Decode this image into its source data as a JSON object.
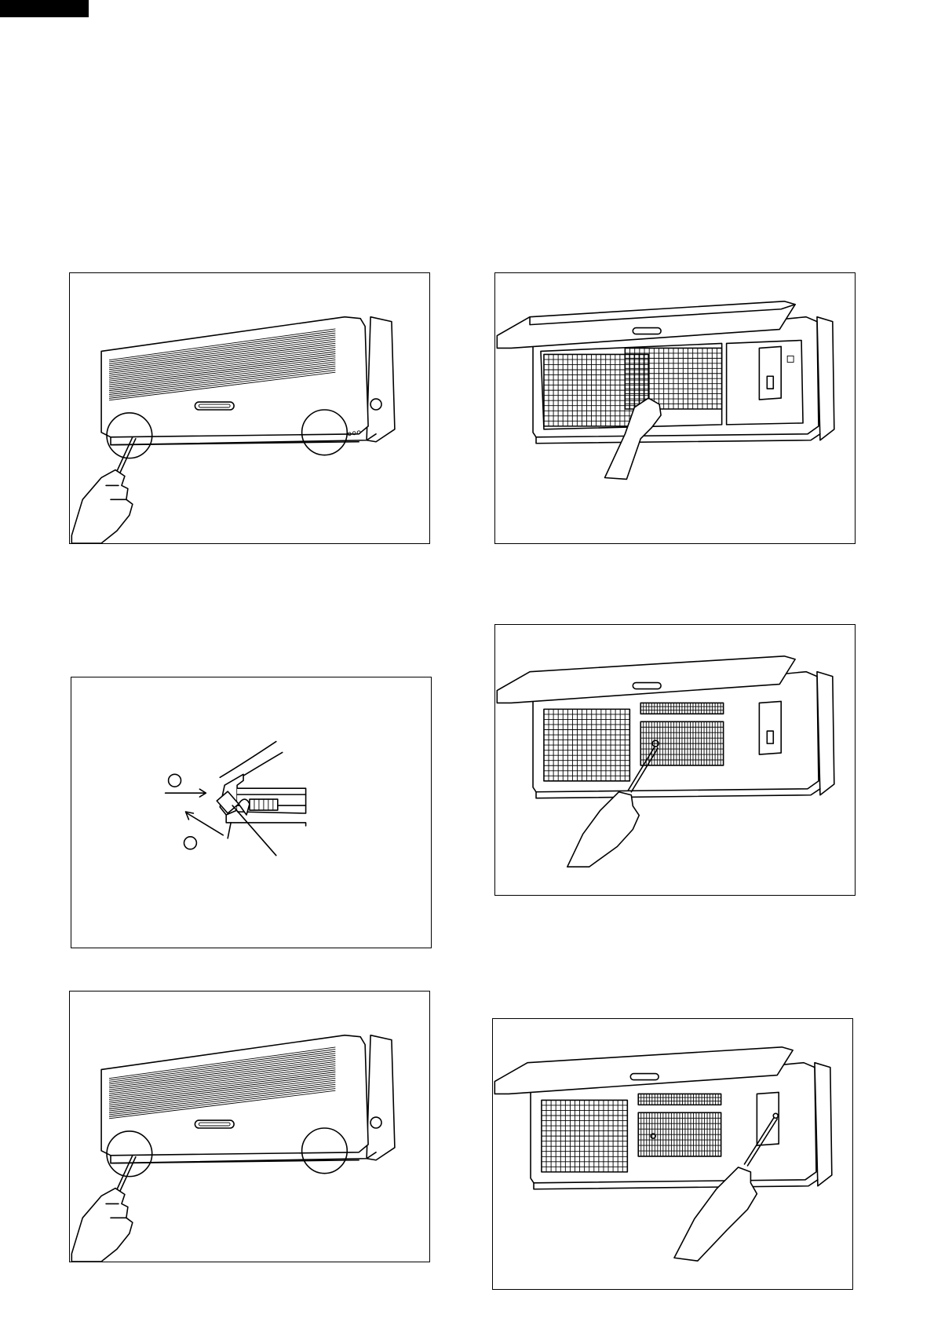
{
  "page": {
    "header_block_color": "#000000",
    "figures": [
      {
        "id": "fig-1",
        "subject": "indoor-unit-front-grille-screwdriver"
      },
      {
        "id": "fig-2",
        "subject": "open-grille-remove-air-filter"
      },
      {
        "id": "fig-3",
        "subject": "hinge-tab-detail"
      },
      {
        "id": "fig-4",
        "subject": "open-grille-screwdriver-filter-screw"
      },
      {
        "id": "fig-5",
        "subject": "indoor-unit-front-grille-screwdriver"
      },
      {
        "id": "fig-6",
        "subject": "open-grille-screwdriver-electrical-cover"
      }
    ]
  }
}
